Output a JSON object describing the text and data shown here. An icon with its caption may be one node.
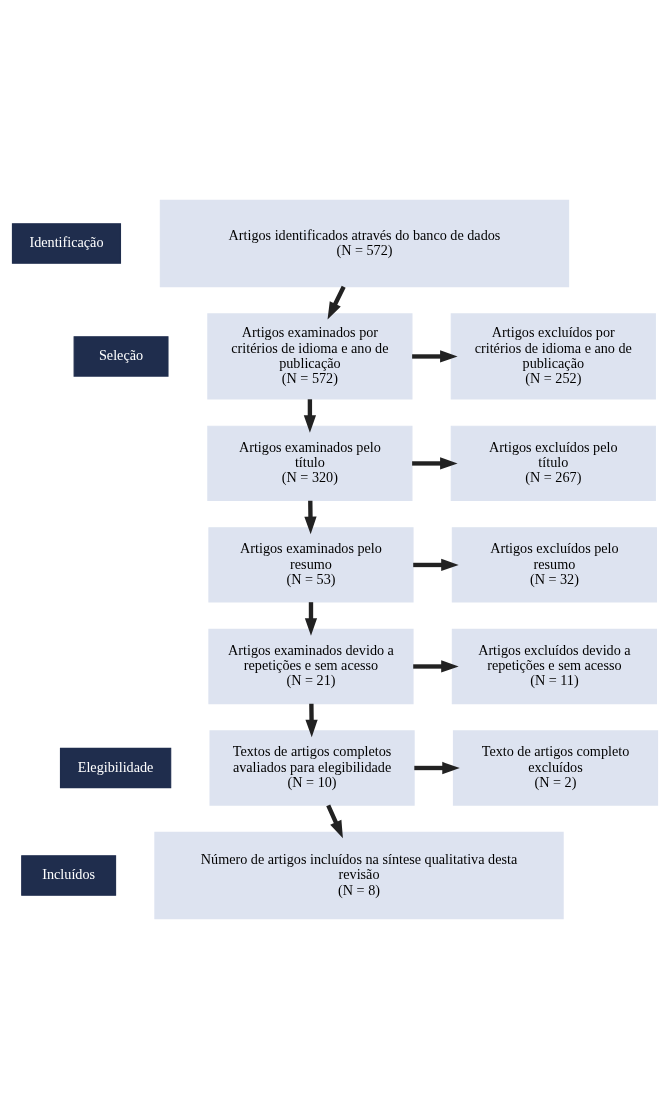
{
  "diagram": {
    "nodes": [
      {
        "text": [
          "Identificação"
        ]
      },
      {
        "text": [
          "Artigos identificados através do banco de dados",
          "(N = 572)"
        ]
      },
      {
        "text": [
          "Seleção"
        ]
      },
      {
        "text": [
          "Artigos examinados por critérios de idioma e ano de publicação",
          "(N = 572)"
        ]
      },
      {
        "text": [
          "Artigos excluídos por critérios de idioma e ano de publicação",
          "(N = 252)"
        ]
      },
      {
        "text": [
          "Artigos examinados pelo título",
          "(N = 320)"
        ]
      },
      {
        "text": [
          "Artigos excluídos pelo título",
          "(N = 267)"
        ]
      },
      {
        "text": [
          "Artigos examinados pelo resumo",
          "(N = 53)"
        ]
      },
      {
        "text": [
          "Artigos excluídos pelo resumo",
          "(N = 32)"
        ]
      },
      {
        "text": [
          "Artigos examinados devido a repetições e sem acesso",
          "(N = 21)"
        ]
      },
      {
        "text": [
          "Artigos excluídos devido a repetições e sem acesso",
          "(N = 11)"
        ]
      },
      {
        "text": [
          "Elegibilidade"
        ]
      },
      {
        "text": [
          "Textos de artigos completos avaliados para elegibilidade",
          "(N = 10)"
        ]
      },
      {
        "text": [
          "Texto de artigos completo excluídos",
          "(N = 2)"
        ]
      },
      {
        "text": [
          "Incluídos"
        ]
      },
      {
        "text": [
          "Número de artigos incluídos na síntese qualitativa desta revisão",
          "(N = 8)"
        ]
      }
    ],
    "edges": [
      {
        "from": 1,
        "to": 3,
        "arrow": "to"
      },
      {
        "from": 3,
        "to": 4,
        "arrow": "to"
      },
      {
        "from": 3,
        "to": 5,
        "arrow": "to"
      },
      {
        "from": 5,
        "to": 6,
        "arrow": "to"
      },
      {
        "from": 5,
        "to": 7,
        "arrow": "to"
      },
      {
        "from": 7,
        "to": 8,
        "arrow": "to"
      },
      {
        "from": 7,
        "to": 9,
        "arrow": "to"
      },
      {
        "from": 9,
        "to": 10,
        "arrow": "to"
      },
      {
        "from": 9,
        "to": 12,
        "arrow": "to"
      },
      {
        "from": 12,
        "to": 13,
        "arrow": "to"
      },
      {
        "from": 12,
        "to": 15,
        "arrow": "to"
      }
    ]
  }
}
